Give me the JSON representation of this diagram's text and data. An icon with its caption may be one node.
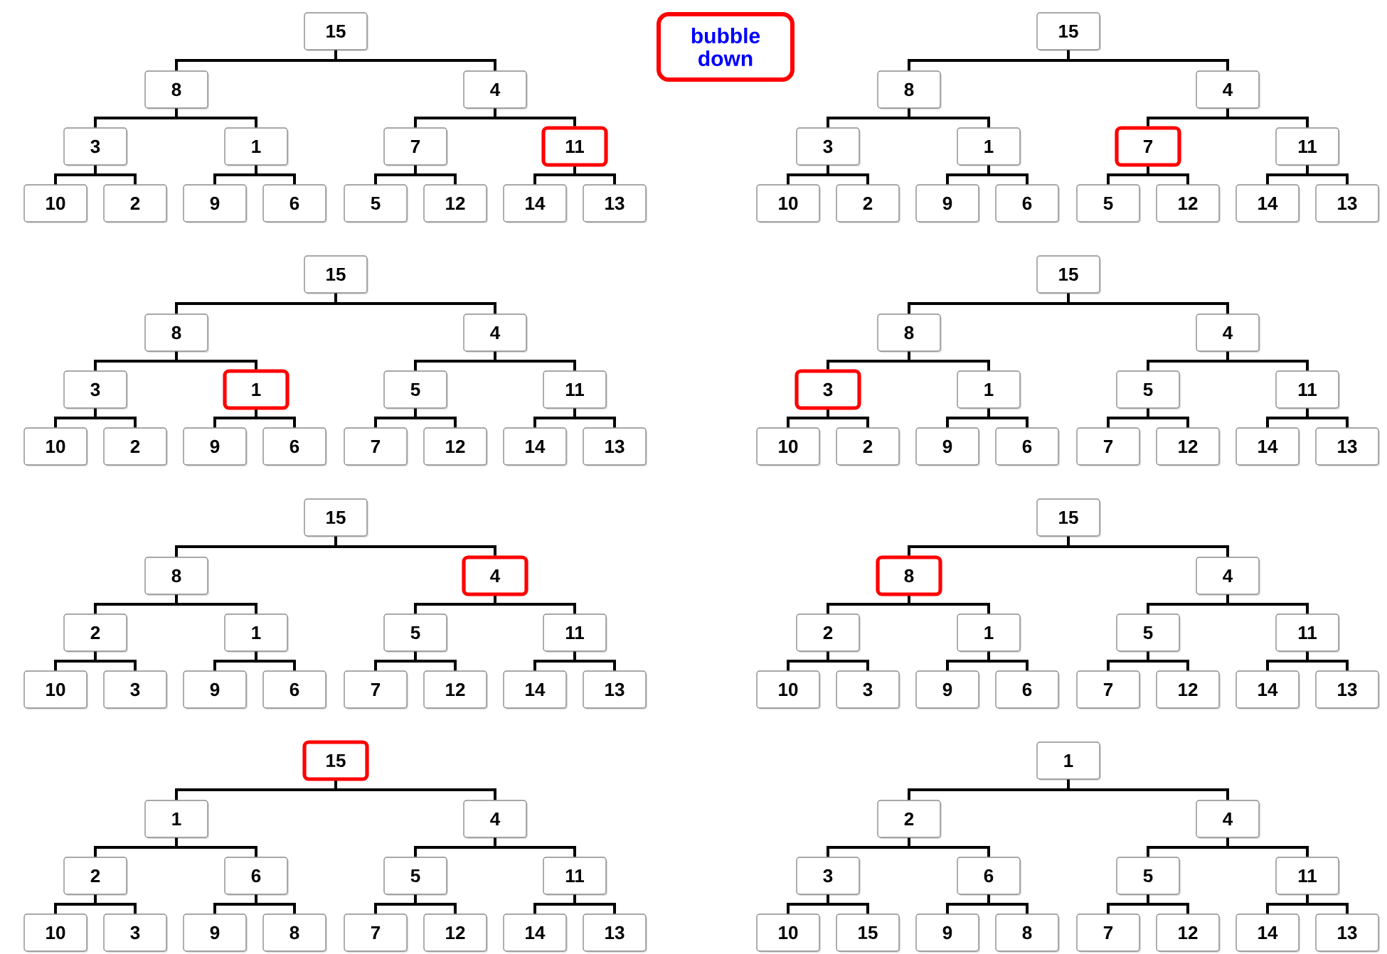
{
  "diagram": {
    "nodes": [
      {
        "text": [
          "bubble down"
        ]
      },
      {
        "text": [
          "15"
        ]
      },
      {
        "text": [
          "8"
        ]
      },
      {
        "text": [
          "4"
        ]
      },
      {
        "text": [
          "3"
        ]
      },
      {
        "text": [
          "1"
        ]
      },
      {
        "text": [
          "7"
        ]
      },
      {
        "text": [
          "11"
        ]
      },
      {
        "text": [
          "10"
        ]
      },
      {
        "text": [
          "2"
        ]
      },
      {
        "text": [
          "9"
        ]
      },
      {
        "text": [
          "6"
        ]
      },
      {
        "text": [
          "5"
        ]
      },
      {
        "text": [
          "12"
        ]
      },
      {
        "text": [
          "14"
        ]
      },
      {
        "text": [
          "13"
        ]
      },
      {
        "text": [
          "15"
        ]
      },
      {
        "text": [
          "8"
        ]
      },
      {
        "text": [
          "4"
        ]
      },
      {
        "text": [
          "3"
        ]
      },
      {
        "text": [
          "1"
        ]
      },
      {
        "text": [
          "7"
        ]
      },
      {
        "text": [
          "11"
        ]
      },
      {
        "text": [
          "10"
        ]
      },
      {
        "text": [
          "2"
        ]
      },
      {
        "text": [
          "9"
        ]
      },
      {
        "text": [
          "6"
        ]
      },
      {
        "text": [
          "5"
        ]
      },
      {
        "text": [
          "12"
        ]
      },
      {
        "text": [
          "14"
        ]
      },
      {
        "text": [
          "13"
        ]
      },
      {
        "text": [
          "15"
        ]
      },
      {
        "text": [
          "8"
        ]
      },
      {
        "text": [
          "4"
        ]
      },
      {
        "text": [
          "3"
        ]
      },
      {
        "text": [
          "1"
        ]
      },
      {
        "text": [
          "5"
        ]
      },
      {
        "text": [
          "11"
        ]
      },
      {
        "text": [
          "10"
        ]
      },
      {
        "text": [
          "2"
        ]
      },
      {
        "text": [
          "9"
        ]
      },
      {
        "text": [
          "6"
        ]
      },
      {
        "text": [
          "7"
        ]
      },
      {
        "text": [
          "12"
        ]
      },
      {
        "text": [
          "14"
        ]
      },
      {
        "text": [
          "13"
        ]
      },
      {
        "text": [
          "15"
        ]
      },
      {
        "text": [
          "8"
        ]
      },
      {
        "text": [
          "4"
        ]
      },
      {
        "text": [
          "3"
        ]
      },
      {
        "text": [
          "1"
        ]
      },
      {
        "text": [
          "5"
        ]
      },
      {
        "text": [
          "11"
        ]
      },
      {
        "text": [
          "10"
        ]
      },
      {
        "text": [
          "2"
        ]
      },
      {
        "text": [
          "9"
        ]
      },
      {
        "text": [
          "6"
        ]
      },
      {
        "text": [
          "7"
        ]
      },
      {
        "text": [
          "12"
        ]
      },
      {
        "text": [
          "14"
        ]
      },
      {
        "text": [
          "13"
        ]
      },
      {
        "text": [
          "15"
        ]
      },
      {
        "text": [
          "8"
        ]
      },
      {
        "text": [
          "4"
        ]
      },
      {
        "text": [
          "2"
        ]
      },
      {
        "text": [
          "1"
        ]
      },
      {
        "text": [
          "5"
        ]
      },
      {
        "text": [
          "11"
        ]
      },
      {
        "text": [
          "10"
        ]
      },
      {
        "text": [
          "3"
        ]
      },
      {
        "text": [
          "9"
        ]
      },
      {
        "text": [
          "6"
        ]
      },
      {
        "text": [
          "7"
        ]
      },
      {
        "text": [
          "12"
        ]
      },
      {
        "text": [
          "14"
        ]
      },
      {
        "text": [
          "13"
        ]
      },
      {
        "text": [
          "15"
        ]
      },
      {
        "text": [
          "8"
        ]
      },
      {
        "text": [
          "4"
        ]
      },
      {
        "text": [
          "2"
        ]
      },
      {
        "text": [
          "1"
        ]
      },
      {
        "text": [
          "5"
        ]
      },
      {
        "text": [
          "11"
        ]
      },
      {
        "text": [
          "10"
        ]
      },
      {
        "text": [
          "3"
        ]
      },
      {
        "text": [
          "9"
        ]
      },
      {
        "text": [
          "6"
        ]
      },
      {
        "text": [
          "7"
        ]
      },
      {
        "text": [
          "12"
        ]
      },
      {
        "text": [
          "14"
        ]
      },
      {
        "text": [
          "13"
        ]
      },
      {
        "text": [
          "15"
        ]
      },
      {
        "text": [
          "1"
        ]
      },
      {
        "text": [
          "4"
        ]
      },
      {
        "text": [
          "2"
        ]
      },
      {
        "text": [
          "6"
        ]
      },
      {
        "text": [
          "5"
        ]
      },
      {
        "text": [
          "11"
        ]
      },
      {
        "text": [
          "10"
        ]
      },
      {
        "text": [
          "3"
        ]
      },
      {
        "text": [
          "9"
        ]
      },
      {
        "text": [
          "8"
        ]
      },
      {
        "text": [
          "7"
        ]
      },
      {
        "text": [
          "12"
        ]
      },
      {
        "text": [
          "14"
        ]
      },
      {
        "text": [
          "13"
        ]
      },
      {
        "text": [
          "1"
        ]
      },
      {
        "text": [
          "2"
        ]
      },
      {
        "text": [
          "4"
        ]
      },
      {
        "text": [
          "3"
        ]
      },
      {
        "text": [
          "6"
        ]
      },
      {
        "text": [
          "5"
        ]
      },
      {
        "text": [
          "11"
        ]
      },
      {
        "text": [
          "10"
        ]
      },
      {
        "text": [
          "15"
        ]
      },
      {
        "text": [
          "9"
        ]
      },
      {
        "text": [
          "8"
        ]
      },
      {
        "text": [
          "7"
        ]
      },
      {
        "text": [
          "12"
        ]
      },
      {
        "text": [
          "14"
        ]
      },
      {
        "text": [
          "13"
        ]
      }
    ],
    "edges": [
      {
        "from": 1,
        "to": 2,
        "arrow": "none"
      },
      {
        "from": 1,
        "to": 3,
        "arrow": "none"
      },
      {
        "from": 2,
        "to": 4,
        "arrow": "none"
      },
      {
        "from": 2,
        "to": 5,
        "arrow": "none"
      },
      {
        "from": 3,
        "to": 6,
        "arrow": "none"
      },
      {
        "from": 3,
        "to": 7,
        "arrow": "none"
      },
      {
        "from": 4,
        "to": 8,
        "arrow": "none"
      },
      {
        "from": 4,
        "to": 9,
        "arrow": "none"
      },
      {
        "from": 5,
        "to": 10,
        "arrow": "none"
      },
      {
        "from": 5,
        "to": 11,
        "arrow": "none"
      },
      {
        "from": 6,
        "to": 12,
        "arrow": "none"
      },
      {
        "from": 6,
        "to": 13,
        "arrow": "none"
      },
      {
        "from": 7,
        "to": 14,
        "arrow": "none"
      },
      {
        "from": 7,
        "to": 15,
        "arrow": "none"
      },
      {
        "from": 16,
        "to": 17,
        "arrow": "none"
      },
      {
        "from": 16,
        "to": 18,
        "arrow": "none"
      },
      {
        "from": 17,
        "to": 19,
        "arrow": "none"
      },
      {
        "from": 17,
        "to": 20,
        "arrow": "none"
      },
      {
        "from": 18,
        "to": 21,
        "arrow": "none"
      },
      {
        "from": 18,
        "to": 22,
        "arrow": "none"
      },
      {
        "from": 19,
        "to": 23,
        "arrow": "none"
      },
      {
        "from": 19,
        "to": 24,
        "arrow": "none"
      },
      {
        "from": 20,
        "to": 25,
        "arrow": "none"
      },
      {
        "from": 20,
        "to": 26,
        "arrow": "none"
      },
      {
        "from": 21,
        "to": 27,
        "arrow": "none"
      },
      {
        "from": 21,
        "to": 28,
        "arrow": "none"
      },
      {
        "from": 22,
        "to": 29,
        "arrow": "none"
      },
      {
        "from": 22,
        "to": 30,
        "arrow": "none"
      },
      {
        "from": 31,
        "to": 32,
        "arrow": "none"
      },
      {
        "from": 31,
        "to": 33,
        "arrow": "none"
      },
      {
        "from": 32,
        "to": 34,
        "arrow": "none"
      },
      {
        "from": 32,
        "to": 35,
        "arrow": "none"
      },
      {
        "from": 33,
        "to": 36,
        "arrow": "none"
      },
      {
        "from": 33,
        "to": 37,
        "arrow": "none"
      },
      {
        "from": 34,
        "to": 38,
        "arrow": "none"
      },
      {
        "from": 34,
        "to": 39,
        "arrow": "none"
      },
      {
        "from": 35,
        "to": 40,
        "arrow": "none"
      },
      {
        "from": 35,
        "to": 41,
        "arrow": "none"
      },
      {
        "from": 36,
        "to": 42,
        "arrow": "none"
      },
      {
        "from": 36,
        "to": 43,
        "arrow": "none"
      },
      {
        "from": 37,
        "to": 44,
        "arrow": "none"
      },
      {
        "from": 37,
        "to": 45,
        "arrow": "none"
      },
      {
        "from": 46,
        "to": 47,
        "arrow": "none"
      },
      {
        "from": 46,
        "to": 48,
        "arrow": "none"
      },
      {
        "from": 47,
        "to": 49,
        "arrow": "none"
      },
      {
        "from": 47,
        "to": 50,
        "arrow": "none"
      },
      {
        "from": 48,
        "to": 51,
        "arrow": "none"
      },
      {
        "from": 48,
        "to": 52,
        "arrow": "none"
      },
      {
        "from": 49,
        "to": 53,
        "arrow": "none"
      },
      {
        "from": 49,
        "to": 54,
        "arrow": "none"
      },
      {
        "from": 50,
        "to": 55,
        "arrow": "none"
      },
      {
        "from": 50,
        "to": 56,
        "arrow": "none"
      },
      {
        "from": 51,
        "to": 57,
        "arrow": "none"
      },
      {
        "from": 51,
        "to": 58,
        "arrow": "none"
      },
      {
        "from": 52,
        "to": 59,
        "arrow": "none"
      },
      {
        "from": 52,
        "to": 60,
        "arrow": "none"
      },
      {
        "from": 61,
        "to": 62,
        "arrow": "none"
      },
      {
        "from": 61,
        "to": 63,
        "arrow": "none"
      },
      {
        "from": 62,
        "to": 64,
        "arrow": "none"
      },
      {
        "from": 62,
        "to": 65,
        "arrow": "none"
      },
      {
        "from": 63,
        "to": 66,
        "arrow": "none"
      },
      {
        "from": 63,
        "to": 67,
        "arrow": "none"
      },
      {
        "from": 64,
        "to": 68,
        "arrow": "none"
      },
      {
        "from": 64,
        "to": 69,
        "arrow": "none"
      },
      {
        "from": 65,
        "to": 70,
        "arrow": "none"
      },
      {
        "from": 65,
        "to": 71,
        "arrow": "none"
      },
      {
        "from": 66,
        "to": 72,
        "arrow": "none"
      },
      {
        "from": 66,
        "to": 73,
        "arrow": "none"
      },
      {
        "from": 67,
        "to": 74,
        "arrow": "none"
      },
      {
        "from": 67,
        "to": 75,
        "arrow": "none"
      },
      {
        "from": 76,
        "to": 77,
        "arrow": "none"
      },
      {
        "from": 76,
        "to": 78,
        "arrow": "none"
      },
      {
        "from": 77,
        "to": 79,
        "arrow": "none"
      },
      {
        "from": 77,
        "to": 80,
        "arrow": "none"
      },
      {
        "from": 78,
        "to": 81,
        "arrow": "none"
      },
      {
        "from": 78,
        "to": 82,
        "arrow": "none"
      },
      {
        "from": 79,
        "to": 83,
        "arrow": "none"
      },
      {
        "from": 79,
        "to": 84,
        "arrow": "none"
      },
      {
        "from": 80,
        "to": 85,
        "arrow": "none"
      },
      {
        "from": 80,
        "to": 86,
        "arrow": "none"
      },
      {
        "from": 81,
        "to": 87,
        "arrow": "none"
      },
      {
        "from": 81,
        "to": 88,
        "arrow": "none"
      },
      {
        "from": 82,
        "to": 89,
        "arrow": "none"
      },
      {
        "from": 82,
        "to": 90,
        "arrow": "none"
      },
      {
        "from": 91,
        "to": 92,
        "arrow": "none"
      },
      {
        "from": 91,
        "to": 93,
        "arrow": "none"
      },
      {
        "from": 92,
        "to": 94,
        "arrow": "none"
      },
      {
        "from": 92,
        "to": 95,
        "arrow": "none"
      },
      {
        "from": 93,
        "to": 96,
        "arrow": "none"
      },
      {
        "from": 93,
        "to": 97,
        "arrow": "none"
      },
      {
        "from": 94,
        "to": 98,
        "arrow": "none"
      },
      {
        "from": 94,
        "to": 99,
        "arrow": "none"
      },
      {
        "from": 95,
        "to": 100,
        "arrow": "none"
      },
      {
        "from": 95,
        "to": 101,
        "arrow": "none"
      },
      {
        "from": 96,
        "to": 102,
        "arrow": "none"
      },
      {
        "from": 96,
        "to": 103,
        "arrow": "none"
      },
      {
        "from": 97,
        "to": 104,
        "arrow": "none"
      },
      {
        "from": 97,
        "to": 105,
        "arrow": "none"
      },
      {
        "from": 106,
        "to": 107,
        "arrow": "none"
      },
      {
        "from": 106,
        "to": 108,
        "arrow": "none"
      },
      {
        "from": 107,
        "to": 109,
        "arrow": "none"
      },
      {
        "from": 107,
        "to": 110,
        "arrow": "none"
      },
      {
        "from": 108,
        "to": 111,
        "arrow": "none"
      },
      {
        "from": 108,
        "to": 112,
        "arrow": "none"
      },
      {
        "from": 109,
        "to": 113,
        "arrow": "none"
      },
      {
        "from": 109,
        "to": 114,
        "arrow": "none"
      },
      {
        "from": 110,
        "to": 115,
        "arrow": "none"
      },
      {
        "from": 110,
        "to": 116,
        "arrow": "none"
      },
      {
        "from": 111,
        "to": 117,
        "arrow": "none"
      },
      {
        "from": 111,
        "to": 118,
        "arrow": "none"
      },
      {
        "from": 112,
        "to": 119,
        "arrow": "none"
      },
      {
        "from": 112,
        "to": 120,
        "arrow": "none"
      }
    ]
  }
}
